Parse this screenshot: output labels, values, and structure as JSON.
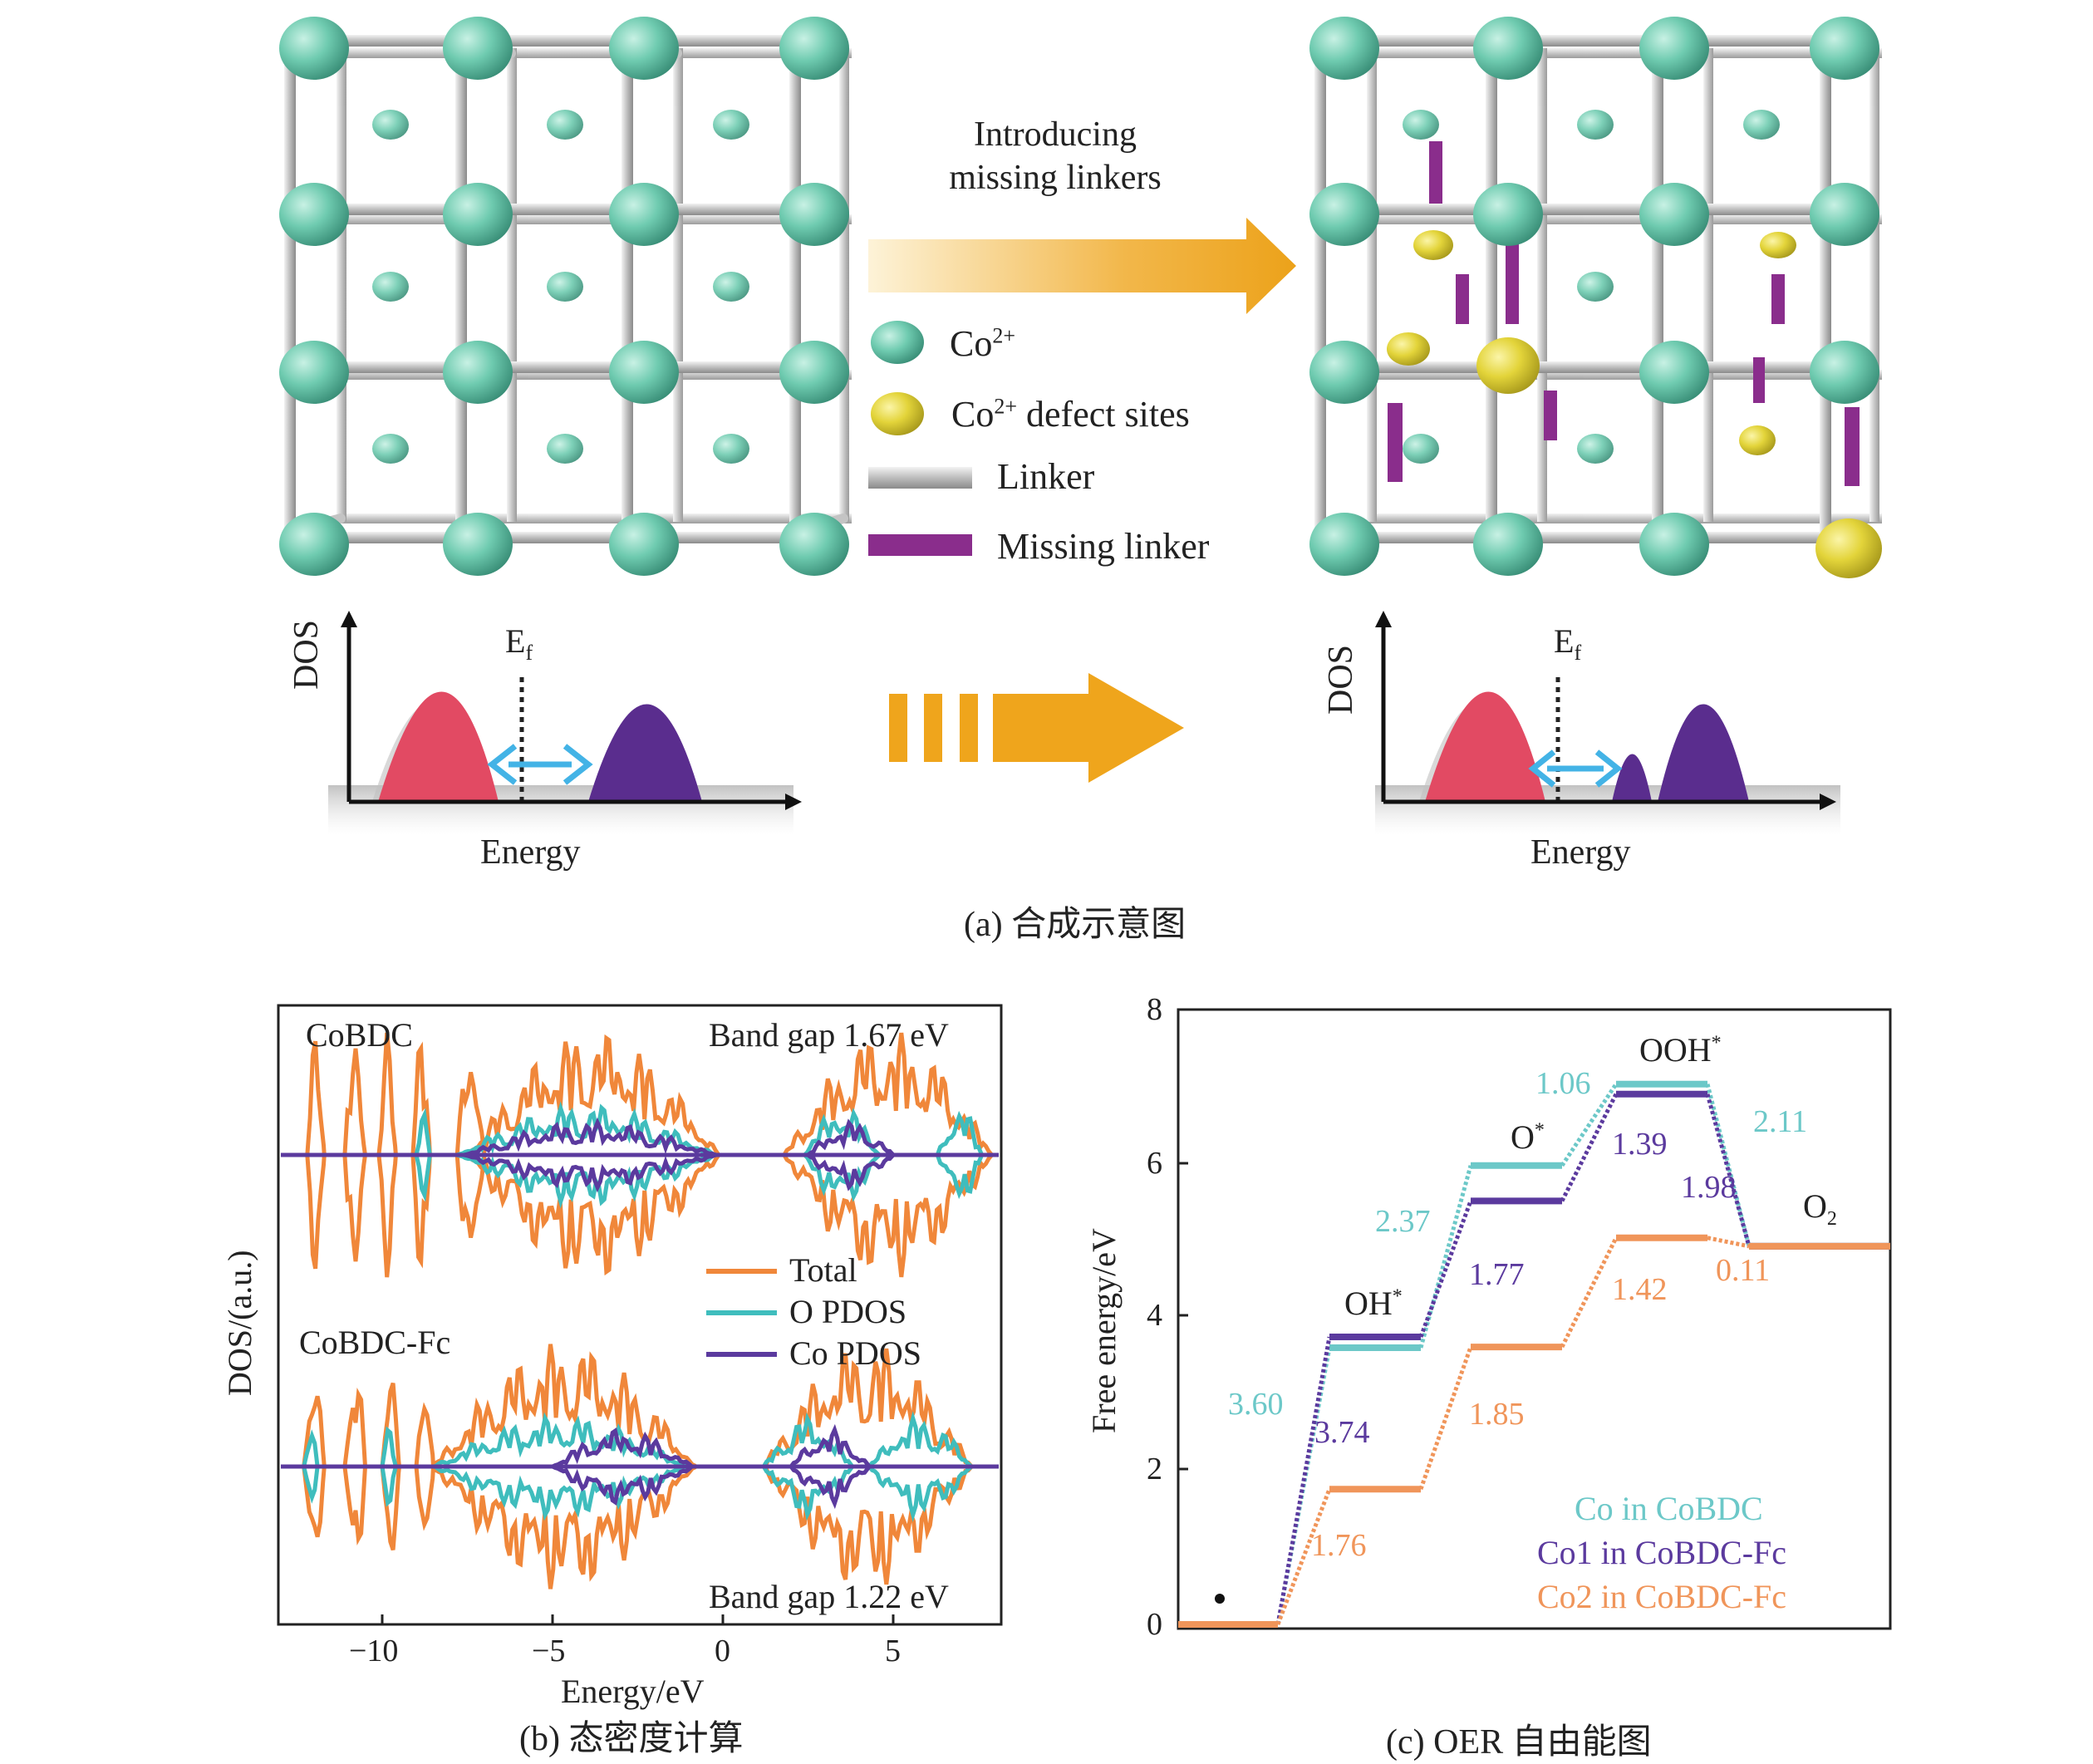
{
  "panel_a": {
    "caption": "(a) 合成示意图",
    "arrow_label_line1": "Introducing",
    "arrow_label_line2": "missing linkers",
    "legend": {
      "co": "Co",
      "co_sup": "2+",
      "defect_prefix": "Co",
      "defect_sup": "2+",
      "defect_suffix": " defect sites",
      "linker": "Linker",
      "missing": "Missing linker"
    },
    "dos_left": {
      "ylabel": "DOS",
      "xlabel": "Energy",
      "ef": "E",
      "ef_sub": "f"
    },
    "dos_right": {
      "ylabel": "DOS",
      "xlabel": "Energy",
      "ef": "E",
      "ef_sub": "f"
    },
    "colors": {
      "co": "#6fcbb0",
      "defect": "#e3d43a",
      "linker": "#b8b8b8",
      "missing": "#8a2d8c",
      "arrow": "#efa51c",
      "valence": "#e24a63",
      "conduction": "#5a2d8e",
      "gap_arrow": "#43b3e6"
    }
  },
  "panel_b": {
    "caption": "(b) 态密度计算",
    "top_label": "CoBDC",
    "top_gap": "Band gap 1.67 eV",
    "bottom_label": "CoBDC-Fc",
    "bottom_gap": "Band gap 1.22 eV",
    "xlabel": "Energy/eV",
    "ylabel": "DOS/(a.u.)",
    "xticks": [
      "−10",
      "−5",
      "0",
      "5"
    ],
    "legend": [
      "Total",
      "O PDOS",
      "Co PDOS"
    ],
    "colors": {
      "total": "#f0873a",
      "o": "#3fbdbd",
      "co": "#5b3a9e"
    }
  },
  "panel_c": {
    "caption": "(c) OER 自由能图",
    "ylabel": "Free energy/eV",
    "yticks": [
      "0",
      "2",
      "4",
      "6",
      "8"
    ],
    "species": {
      "star": "*",
      "oh": "OH",
      "o": "O",
      "ooh": "OOH",
      "o2": "O",
      "o2_sub": "2",
      "sup": "*"
    },
    "values": {
      "cyan": [
        "3.60",
        "2.37",
        "1.06",
        "2.11"
      ],
      "purple": [
        "3.74",
        "1.77",
        "1.39",
        "1.98"
      ],
      "orange": [
        "1.76",
        "1.85",
        "1.42",
        "0.11"
      ]
    },
    "legend": [
      "Co in CoBDC",
      "Co1 in CoBDC-Fc",
      "Co2 in CoBDC-Fc"
    ],
    "colors": {
      "cyan": "#6cc8c8",
      "purple": "#5b3a9e",
      "orange": "#f0955a"
    }
  },
  "chart_data": [
    {
      "type": "line",
      "title": "",
      "xlabel": "",
      "ylabel": "Free energy/eV",
      "ylim": [
        0,
        8
      ],
      "categories": [
        "*",
        "OH*",
        "O*",
        "OOH*",
        "O2"
      ],
      "series": [
        {
          "name": "Co in CoBDC",
          "values": [
            0,
            3.6,
            5.97,
            7.03,
            4.92
          ]
        },
        {
          "name": "Co1 in CoBDC-Fc",
          "values": [
            0,
            3.74,
            5.51,
            6.9,
            4.92
          ]
        },
        {
          "name": "Co2 in CoBDC-Fc",
          "values": [
            0,
            1.76,
            3.61,
            5.03,
            4.92
          ]
        }
      ],
      "step_labels": {
        "Co in CoBDC": [
          3.6,
          2.37,
          1.06,
          2.11
        ],
        "Co1 in CoBDC-Fc": [
          3.74,
          1.77,
          1.39,
          1.98
        ],
        "Co2 in CoBDC-Fc": [
          1.76,
          1.85,
          1.42,
          0.11
        ]
      },
      "grid": false,
      "legend_position": "bottom-right"
    },
    {
      "type": "line",
      "title": "",
      "xlabel": "Energy/eV",
      "ylabel": "DOS/(a.u.)",
      "xlim": [
        -13,
        8
      ],
      "series": [
        {
          "name": "Total"
        },
        {
          "name": "O PDOS"
        },
        {
          "name": "Co PDOS"
        }
      ],
      "annotations": [
        "CoBDC",
        "Band gap 1.67 eV",
        "CoBDC-Fc",
        "Band gap 1.22 eV"
      ],
      "grid": false,
      "legend_position": "middle-right"
    }
  ]
}
